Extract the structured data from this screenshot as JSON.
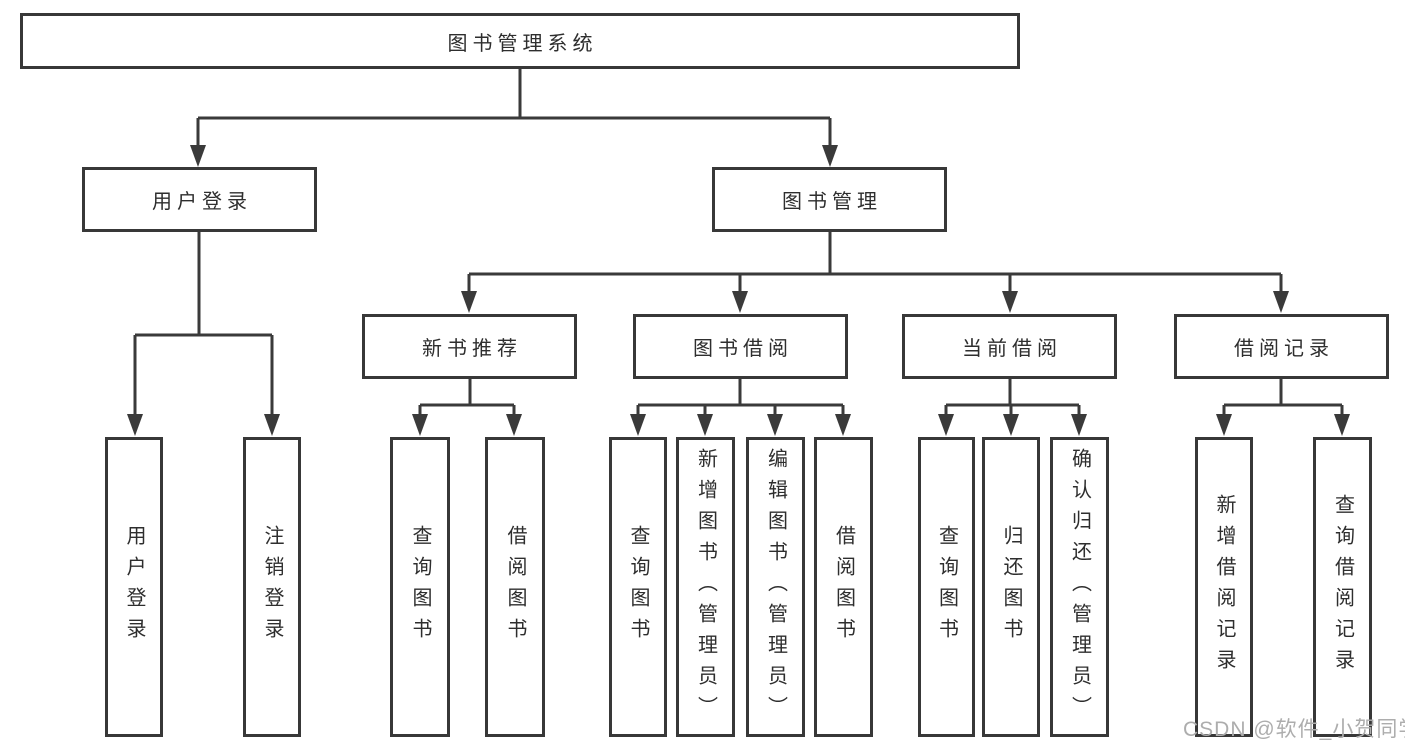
{
  "diagram_type": "hierarchy-tree",
  "colors": {
    "line": "#3a3a3a",
    "box_border": "#383838",
    "text": "#2e2e2e",
    "watermark": "#adadad",
    "background": "#ffffff"
  },
  "watermark": {
    "text": "CSDN @软件_小贺同学"
  },
  "tree": {
    "root": {
      "label": "图书管理系统",
      "children": [
        {
          "label": "用户登录",
          "children": [
            {
              "label": "用户登录"
            },
            {
              "label": "注销登录"
            }
          ]
        },
        {
          "label": "图书管理",
          "children": [
            {
              "label": "新书推荐",
              "children": [
                {
                  "label": "查询图书"
                },
                {
                  "label": "借阅图书"
                }
              ]
            },
            {
              "label": "图书借阅",
              "children": [
                {
                  "label": "查询图书"
                },
                {
                  "label": "新增图书（管理员）"
                },
                {
                  "label": "编辑图书（管理员）"
                },
                {
                  "label": "借阅图书"
                }
              ]
            },
            {
              "label": "当前借阅",
              "children": [
                {
                  "label": "查询图书"
                },
                {
                  "label": "归还图书"
                },
                {
                  "label": "确认归还（管理员）"
                }
              ]
            },
            {
              "label": "借阅记录",
              "children": [
                {
                  "label": "新增借阅记录"
                },
                {
                  "label": "查询借阅记录"
                }
              ]
            }
          ]
        }
      ]
    }
  }
}
